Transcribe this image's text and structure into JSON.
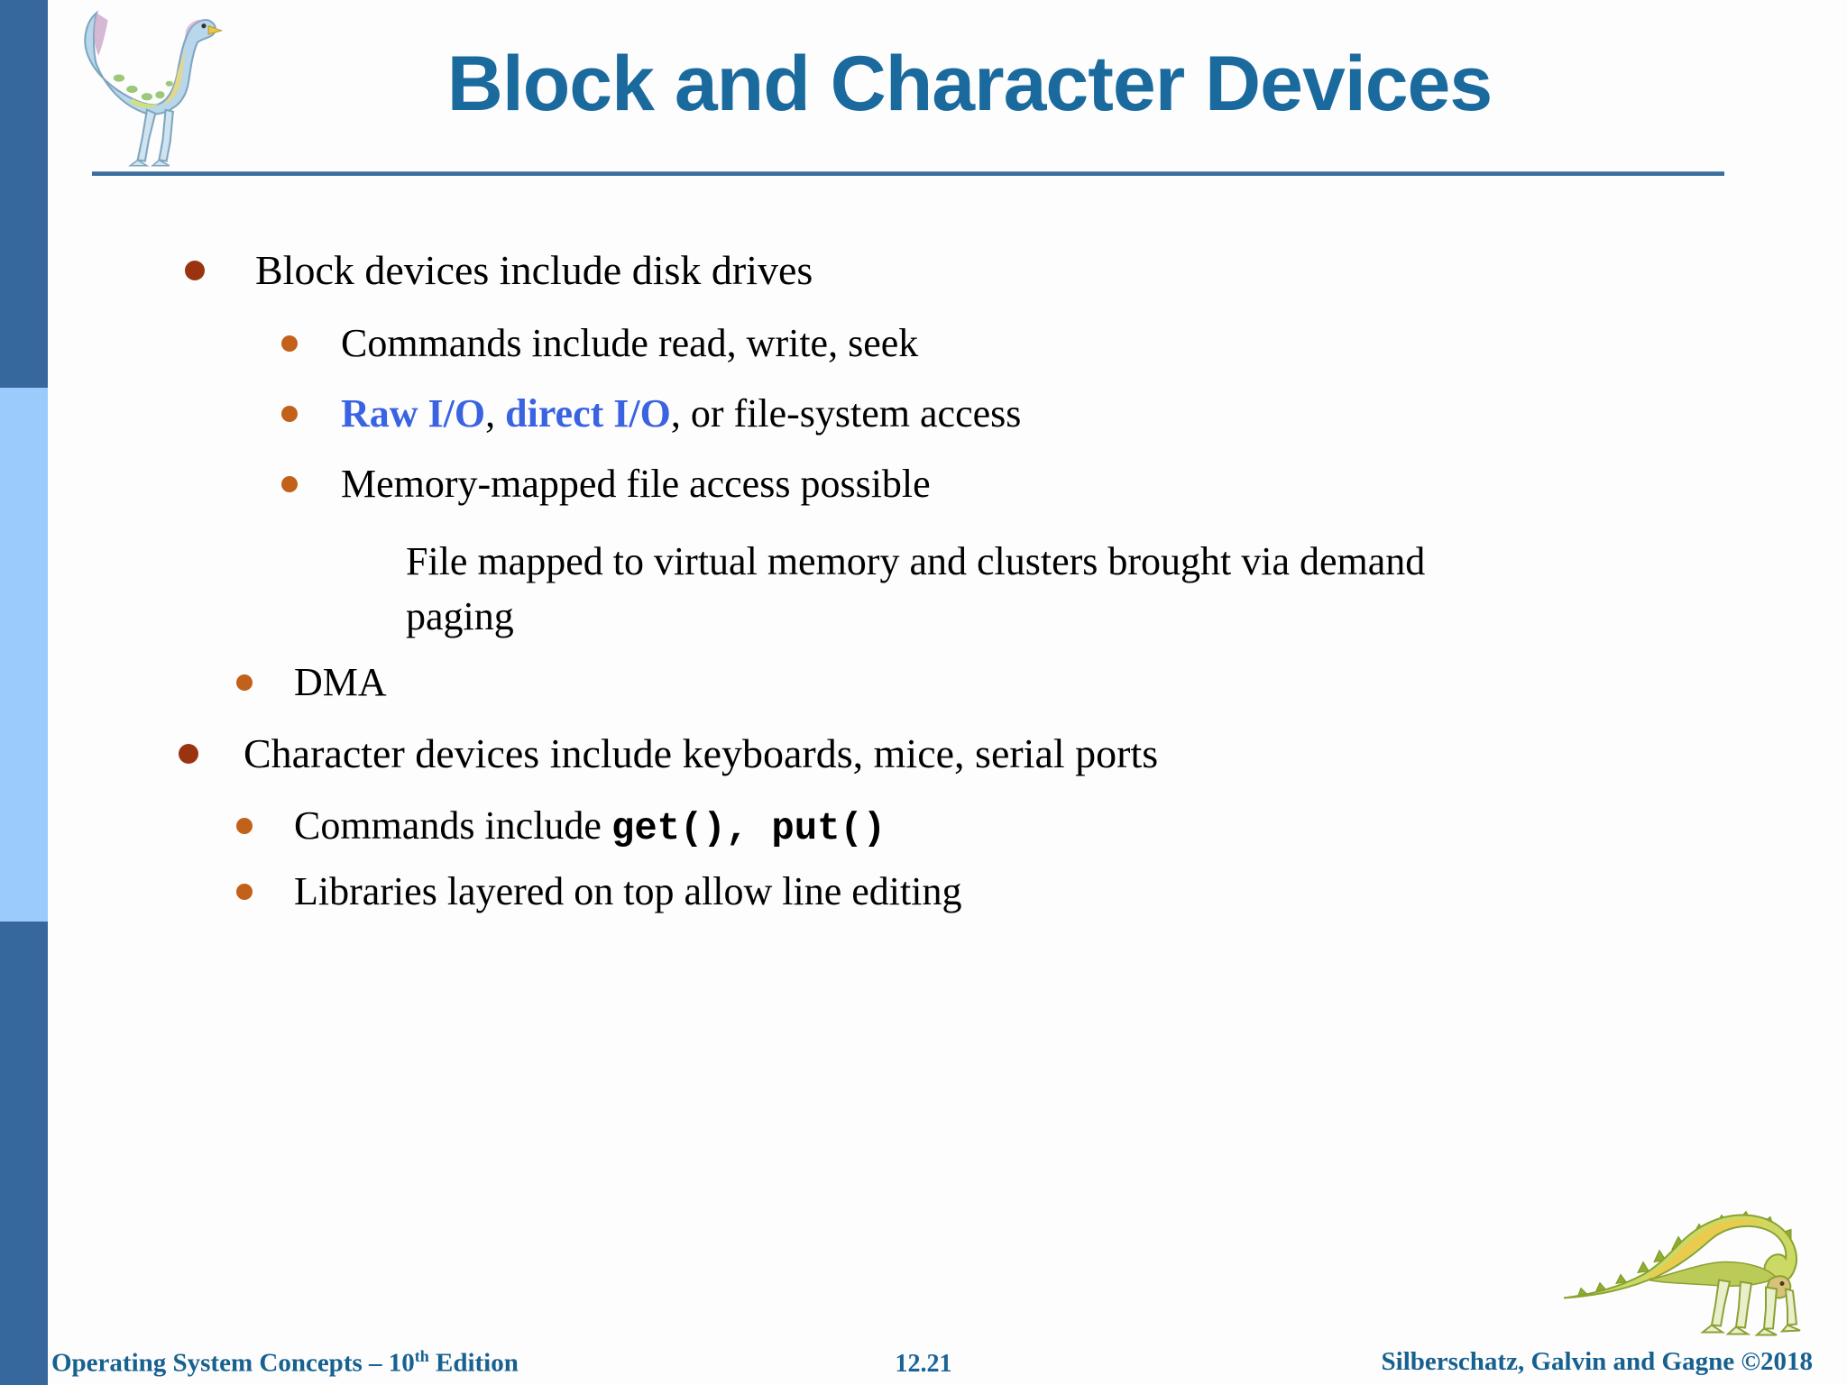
{
  "title": "Block and Character Devices",
  "content": {
    "items": [
      {
        "level": "level1",
        "text": "Block devices include disk drives"
      },
      {
        "level": "level2",
        "text": "Commands include read, write, seek"
      },
      {
        "level": "level2",
        "segments": [
          {
            "t": "Raw I/O",
            "s": "accent"
          },
          {
            "t": ", ",
            "s": "plain"
          },
          {
            "t": "direct I/O",
            "s": "accent"
          },
          {
            "t": ", or file-system access",
            "s": "plain"
          }
        ]
      },
      {
        "level": "level2",
        "text": "Memory-mapped file access possible"
      },
      {
        "level": "paragraph",
        "text": "File mapped to virtual memory and clusters brought via demand paging"
      },
      {
        "level": "level2",
        "text": "DMA"
      },
      {
        "level": "level1",
        "text": "Character devices include keyboards, mice, serial ports"
      },
      {
        "level": "level2",
        "segments": [
          {
            "t": "Commands include ",
            "s": "plain"
          },
          {
            "t": "get(), put()",
            "s": "mono"
          }
        ]
      },
      {
        "level": "level2",
        "text": "Libraries layered on top allow line editing"
      }
    ]
  },
  "footer": {
    "left": {
      "pre": "Operating System Concepts – 10",
      "sup": "th",
      "post": " Edition"
    },
    "page": "12.21",
    "right": "Silberschatz, Galvin and Gagne ©2018"
  },
  "icons": {
    "top_left": "dinosaur-logo",
    "bottom_right": "dinosaur-illustration"
  },
  "colors": {
    "sidebar_dark": "#36689d",
    "sidebar_light": "#9bcbfc",
    "title_blue": "#1b6a9e",
    "rule_blue": "#3a6e9f",
    "bullet_level1": "#9a3410",
    "bullet_level2": "#c2611a",
    "accent_text_blue": "#3a63e2",
    "footer_blue": "#17618f",
    "body_text": "#000000"
  }
}
